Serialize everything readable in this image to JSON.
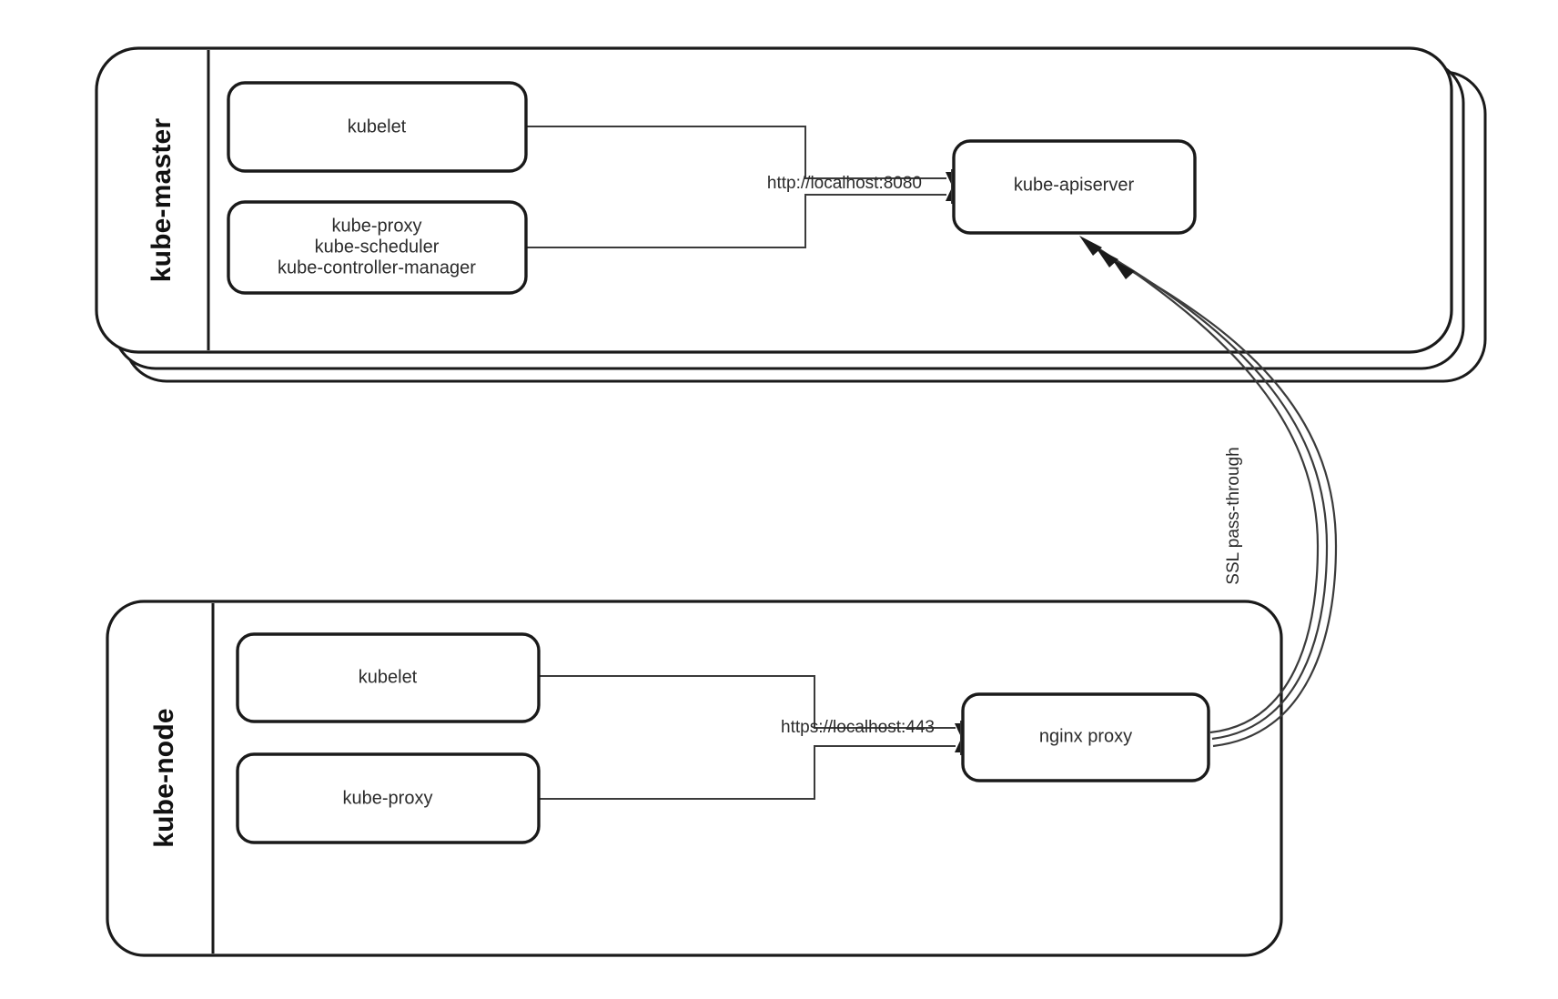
{
  "diagram": {
    "title": "Kubernetes master/node with nginx SSL pass-through proxy",
    "background_color": "#ffffff",
    "stroke_color": "#1a1a1a",
    "edge_color": "#3b3b3b",
    "groups": [
      {
        "id": "kube-master",
        "label": "kube-master",
        "stacked": true,
        "stack_count": 3,
        "components": [
          {
            "id": "master-kubelet",
            "label": "kubelet"
          },
          {
            "id": "master-control-plane",
            "label_lines": [
              "kube-proxy",
              "kube-scheduler",
              "kube-controller-manager"
            ]
          },
          {
            "id": "kube-apiserver",
            "label": "kube-apiserver"
          }
        ]
      },
      {
        "id": "kube-node",
        "label": "kube-node",
        "stacked": false,
        "stack_count": 1,
        "components": [
          {
            "id": "node-kubelet",
            "label": "kubelet"
          },
          {
            "id": "node-kube-proxy",
            "label": "kube-proxy"
          },
          {
            "id": "nginx-proxy",
            "label": "nginx proxy"
          }
        ]
      }
    ],
    "connections": [
      {
        "id": "master-internal",
        "from": [
          "master-kubelet",
          "master-control-plane"
        ],
        "to": "kube-apiserver",
        "label": "http://localhost:8080",
        "style": "orthogonal"
      },
      {
        "id": "node-internal",
        "from": [
          "node-kubelet",
          "node-kube-proxy"
        ],
        "to": "nginx-proxy",
        "label": "https://localhost:443",
        "style": "orthogonal"
      },
      {
        "id": "ssl-tunnel",
        "from": "nginx-proxy",
        "to": "kube-apiserver",
        "label": "SSL pass-through",
        "style": "curved",
        "line_count": 3,
        "label_rotation": -90
      }
    ]
  },
  "labels": {
    "master_group": "kube-master",
    "node_group": "kube-node",
    "master_kubelet": "kubelet",
    "master_cp_line1": "kube-proxy",
    "master_cp_line2": "kube-scheduler",
    "master_cp_line3": "kube-controller-manager",
    "kube_apiserver": "kube-apiserver",
    "node_kubelet": "kubelet",
    "node_kube_proxy": "kube-proxy",
    "nginx_proxy": "nginx proxy",
    "http_endpoint": "http://localhost:8080",
    "https_endpoint": "https://localhost:443",
    "ssl_passthrough": "SSL pass-through"
  }
}
